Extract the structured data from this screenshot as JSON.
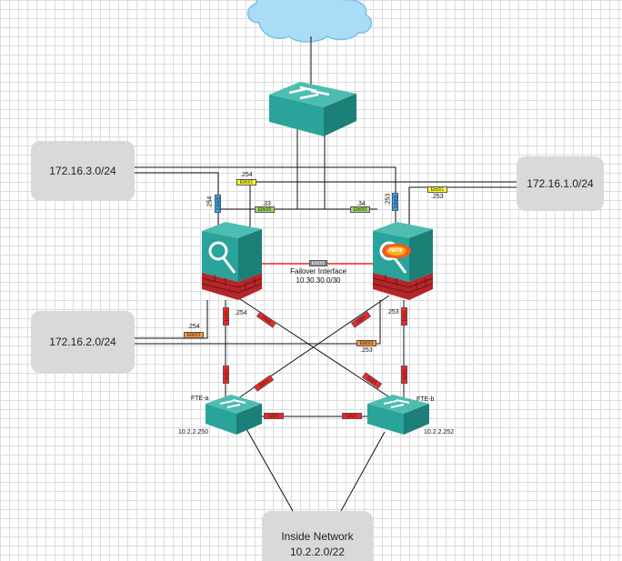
{
  "networks": {
    "n1": "172.16.3.0/24",
    "n2": "172.16.1.0/24",
    "n3": "172.16.2.0/24",
    "inside_title": "Inside Network",
    "inside_subnet": "10.2.2.0/22"
  },
  "firewalls": {
    "new_badge": "New",
    "failover_title": "Failover Interface",
    "failover_subnet": "10.30.30.0/30"
  },
  "switches": {
    "a_name": "FTE-a",
    "a_ip": "10.2.2.250",
    "b_name": "FTE-b",
    "b_ip": "10.2.2.252"
  },
  "ips": {
    "a_254_top": ".254",
    "a_254_blue": ".254",
    "a_33": ".33",
    "b_34": ".34",
    "b_253_blue": ".253",
    "b_253_yellow": ".253",
    "a_254_orange": ".254",
    "a_254_inside": ".254",
    "b_253_inside": ".253",
    "b_253_orange": ".253"
  },
  "tags": {
    "eth01": "Eth0/1",
    "eth00": "Eth0/0",
    "eth03": "Eth0/3",
    "eth05": "Eth0/5",
    "eth02": "Eth0/2",
    "g0": "Gi0/1"
  },
  "colors": {
    "yellow": "#ffff33",
    "green": "#99dd66",
    "blue": "#33aaff",
    "orange": "#ff9933",
    "red": "#ff2222",
    "gray": "#888888",
    "teal": "#2aa39a",
    "brick": "#b5262b"
  }
}
